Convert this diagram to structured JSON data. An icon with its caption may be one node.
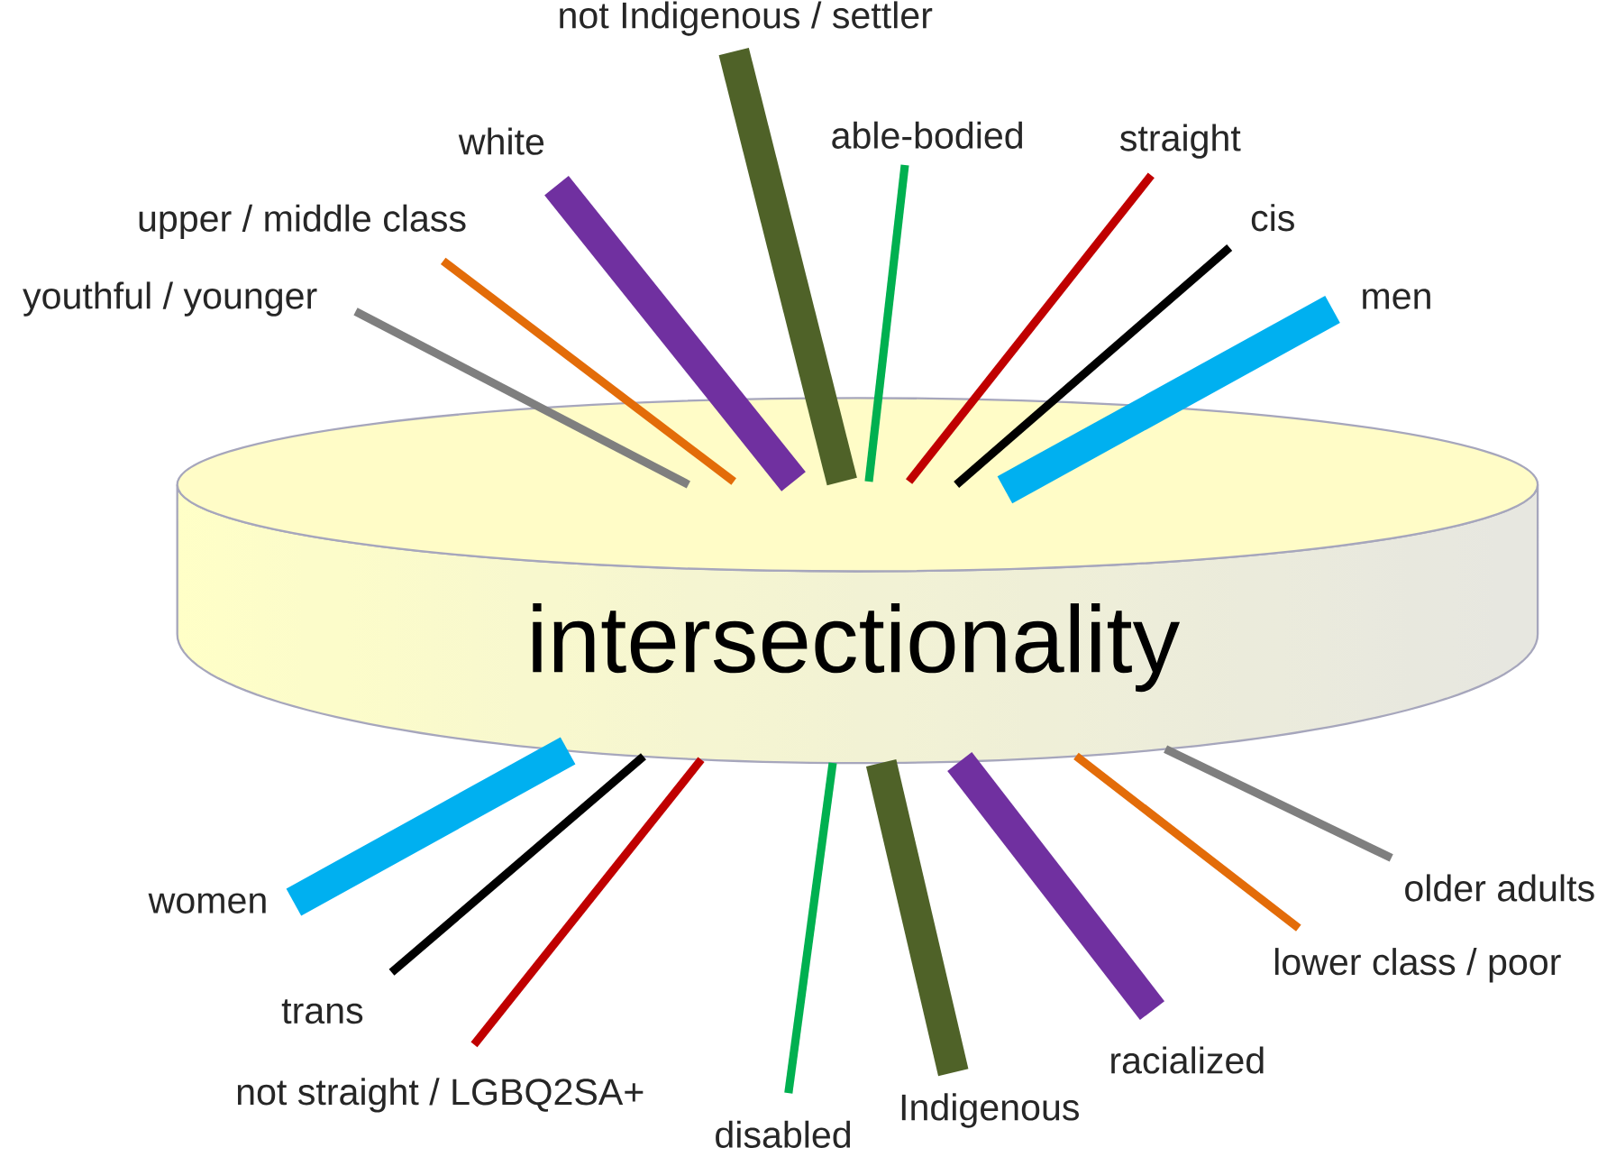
{
  "diagram": {
    "nodes": [
      {
        "text": [
          "intersectionality"
        ]
      },
      {
        "text": [
          "youthful / younger"
        ]
      },
      {
        "text": [
          "upper / middle class"
        ]
      },
      {
        "text": [
          "white"
        ]
      },
      {
        "text": [
          "not Indigenous / settler"
        ]
      },
      {
        "text": [
          "able-bodied"
        ]
      },
      {
        "text": [
          "straight"
        ]
      },
      {
        "text": [
          "cis"
        ]
      },
      {
        "text": [
          "men"
        ]
      },
      {
        "text": [
          "women"
        ]
      },
      {
        "text": [
          "trans"
        ]
      },
      {
        "text": [
          "not straight / LGBQ2SA+"
        ]
      },
      {
        "text": [
          "disabled"
        ]
      },
      {
        "text": [
          "Indigenous"
        ]
      },
      {
        "text": [
          "racialized"
        ]
      },
      {
        "text": [
          "lower class / poor"
        ]
      },
      {
        "text": [
          "older adults"
        ]
      }
    ],
    "edges": [
      {
        "from": 1,
        "to": 0,
        "arrow": "none",
        "color": "#7f7f7f"
      },
      {
        "from": 2,
        "to": 0,
        "arrow": "none",
        "color": "#e36c09"
      },
      {
        "from": 3,
        "to": 0,
        "arrow": "none",
        "style": "thick",
        "color": "#7030a0"
      },
      {
        "from": 4,
        "to": 0,
        "arrow": "none",
        "style": "thick",
        "color": "#4f6228"
      },
      {
        "from": 5,
        "to": 0,
        "arrow": "none",
        "color": "#00b050"
      },
      {
        "from": 6,
        "to": 0,
        "arrow": "none",
        "color": "#c00000"
      },
      {
        "from": 7,
        "to": 0,
        "arrow": "none",
        "color": "#000000"
      },
      {
        "from": 8,
        "to": 0,
        "arrow": "none",
        "style": "thick",
        "color": "#00b0f0"
      },
      {
        "from": 9,
        "to": 0,
        "arrow": "none",
        "style": "thick",
        "color": "#00b0f0"
      },
      {
        "from": 10,
        "to": 0,
        "arrow": "none",
        "color": "#000000"
      },
      {
        "from": 11,
        "to": 0,
        "arrow": "none",
        "color": "#c00000"
      },
      {
        "from": 12,
        "to": 0,
        "arrow": "none",
        "color": "#00b050"
      },
      {
        "from": 13,
        "to": 0,
        "arrow": "none",
        "style": "thick",
        "color": "#4f6228"
      },
      {
        "from": 14,
        "to": 0,
        "arrow": "none",
        "style": "thick",
        "color": "#7030a0"
      },
      {
        "from": 15,
        "to": 0,
        "arrow": "none",
        "color": "#e36c09"
      },
      {
        "from": 16,
        "to": 0,
        "arrow": "none",
        "color": "#7f7f7f"
      }
    ]
  }
}
